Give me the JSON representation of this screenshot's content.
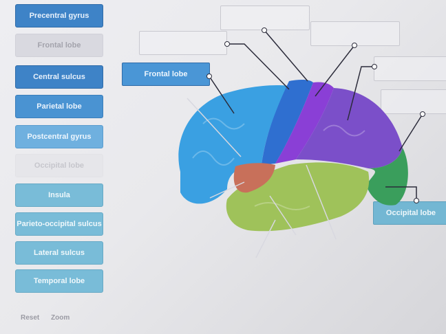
{
  "label_bank": [
    {
      "id": "precentral",
      "text": "Precentral gyrus",
      "state": "available",
      "color": "#3e83c7"
    },
    {
      "id": "frontal",
      "text": "Frontal lobe",
      "state": "used",
      "color": "#d9d9e0"
    },
    {
      "id": "central",
      "text": "Central sulcus",
      "state": "available",
      "color": "#3e83c7"
    },
    {
      "id": "parietal",
      "text": "Parietal lobe",
      "state": "available",
      "color": "#4a93d2"
    },
    {
      "id": "postcentral",
      "text": "Postcentral gyrus",
      "state": "available",
      "color": "#6fb0df"
    },
    {
      "id": "occipital",
      "text": "Occipital lobe",
      "state": "used",
      "color": "#e6e6ea"
    },
    {
      "id": "insula",
      "text": "Insula",
      "state": "available",
      "color": "#79bcd8"
    },
    {
      "id": "parieto",
      "text": "Parieto-occipital sulcus",
      "state": "available",
      "color": "#79bcd8"
    },
    {
      "id": "lateral",
      "text": "Lateral sulcus",
      "state": "available",
      "color": "#79bcd8"
    },
    {
      "id": "temporal",
      "text": "Temporal lobe",
      "state": "available",
      "color": "#79bcd8"
    }
  ],
  "placed_labels": {
    "frontal": "Frontal lobe",
    "occipital": "Occipital lobe"
  },
  "footer": {
    "reset": "Reset",
    "zoom": "Zoom"
  },
  "region_colors": {
    "frontal": "#3aa0e2",
    "precentral": "#2f6fd0",
    "postcentral": "#8a3fd6",
    "parietal": "#7b4fc9",
    "occipital": "#3a9e5c",
    "temporal": "#9fc25a",
    "insula": "#c8705a"
  }
}
